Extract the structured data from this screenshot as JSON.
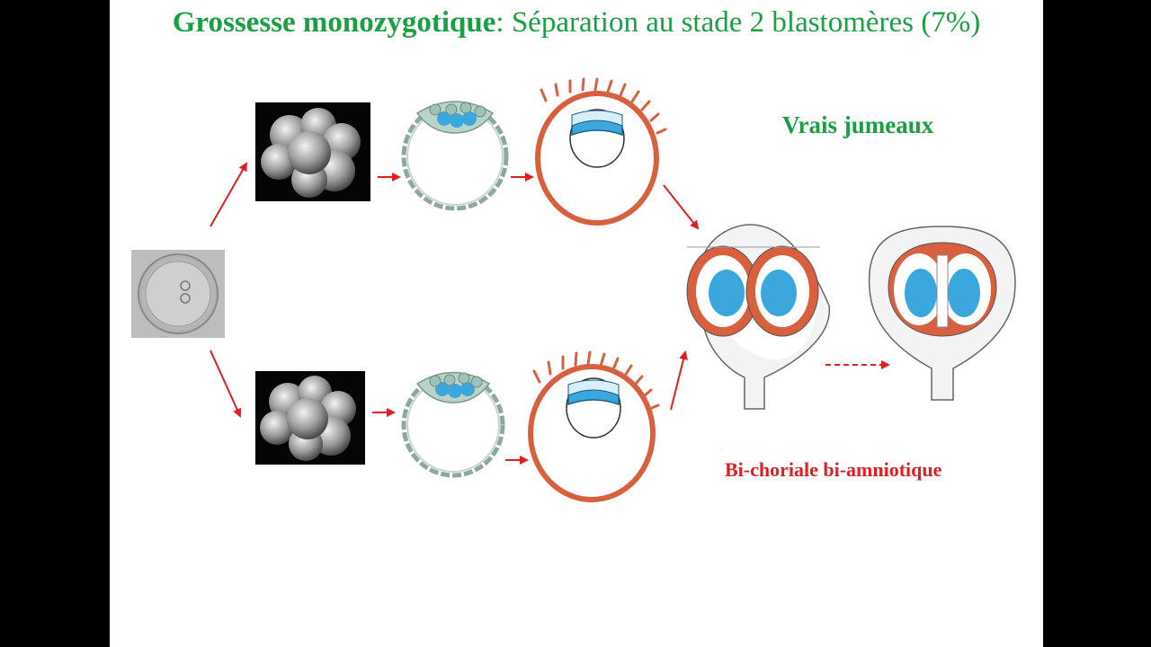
{
  "slide": {
    "title_bold": "Grossesse monozygotique",
    "title_rest": ": Séparation au stade 2 blastomères (7%)",
    "label_true_twins": "Vrais jumeaux",
    "label_type": "Bi-choriale bi-amniotique"
  },
  "colors": {
    "title_green": "#1aa043",
    "arrow_red": "#e02020",
    "trophoblast_orange": "#d9603f",
    "embryo_blue": "#3aa8dc"
  }
}
